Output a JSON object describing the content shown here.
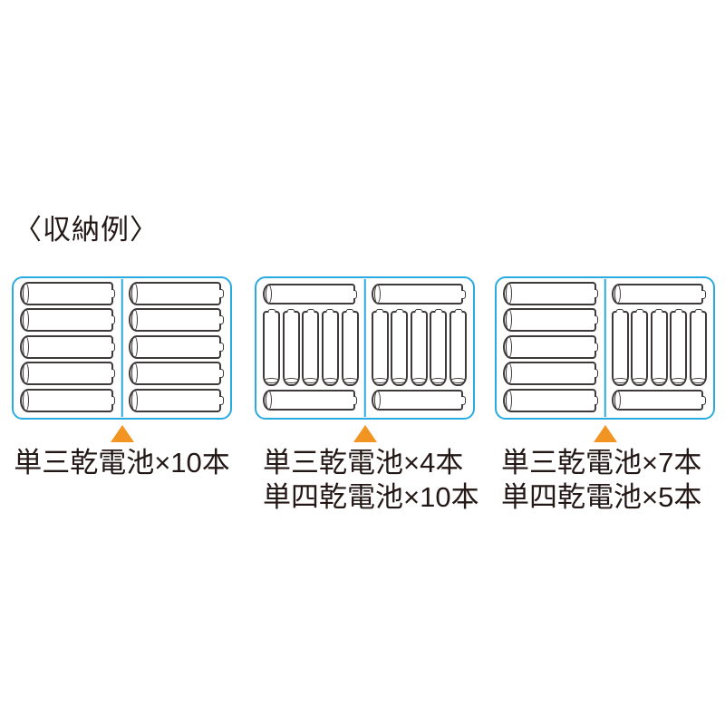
{
  "title": "〈収納例〉",
  "colors": {
    "case_border": "#29ABE2",
    "battery_outline": "#3E3A39",
    "pointer_triangle": "#F29421",
    "text": "#231815"
  },
  "cases": [
    {
      "id": "case-1",
      "compartments": [
        {
          "type": "aa-stack",
          "aa": 5
        },
        {
          "type": "aa-stack",
          "aa": 5
        }
      ],
      "label_lines": [
        "単三乾電池×10本"
      ],
      "label_align": "center"
    },
    {
      "id": "case-2",
      "compartments": [
        {
          "type": "aa-aaa-mix",
          "aa_top": 1,
          "aaa": 5,
          "aa_bottom": 1
        },
        {
          "type": "aa-aaa-mix",
          "aa_top": 1,
          "aaa": 5,
          "aa_bottom": 1
        }
      ],
      "label_lines": [
        "単三乾電池×4本",
        "単四乾電池×10本"
      ],
      "label_align": "left"
    },
    {
      "id": "case-3",
      "compartments": [
        {
          "type": "aa-stack",
          "aa": 5
        },
        {
          "type": "aa-aaa-mix",
          "aa_top": 1,
          "aaa": 5,
          "aa_bottom": 1
        }
      ],
      "label_lines": [
        "単三乾電池×7本",
        "単四乾電池×5本"
      ],
      "label_align": "left"
    }
  ]
}
